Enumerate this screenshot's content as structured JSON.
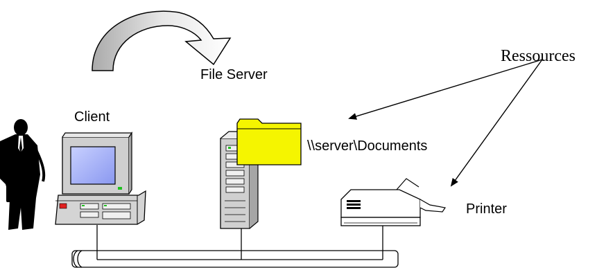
{
  "labels": {
    "client": "Client",
    "file_server": "File Server",
    "share_path": "\\\\server\\Documents",
    "printer": "Printer",
    "resources": "Ressources"
  },
  "colors": {
    "folder": "#f5f500",
    "screen": "#a8b4f8",
    "case": "#d4d4d4",
    "indicator_red": "#e02020",
    "indicator_green": "#20c020"
  }
}
